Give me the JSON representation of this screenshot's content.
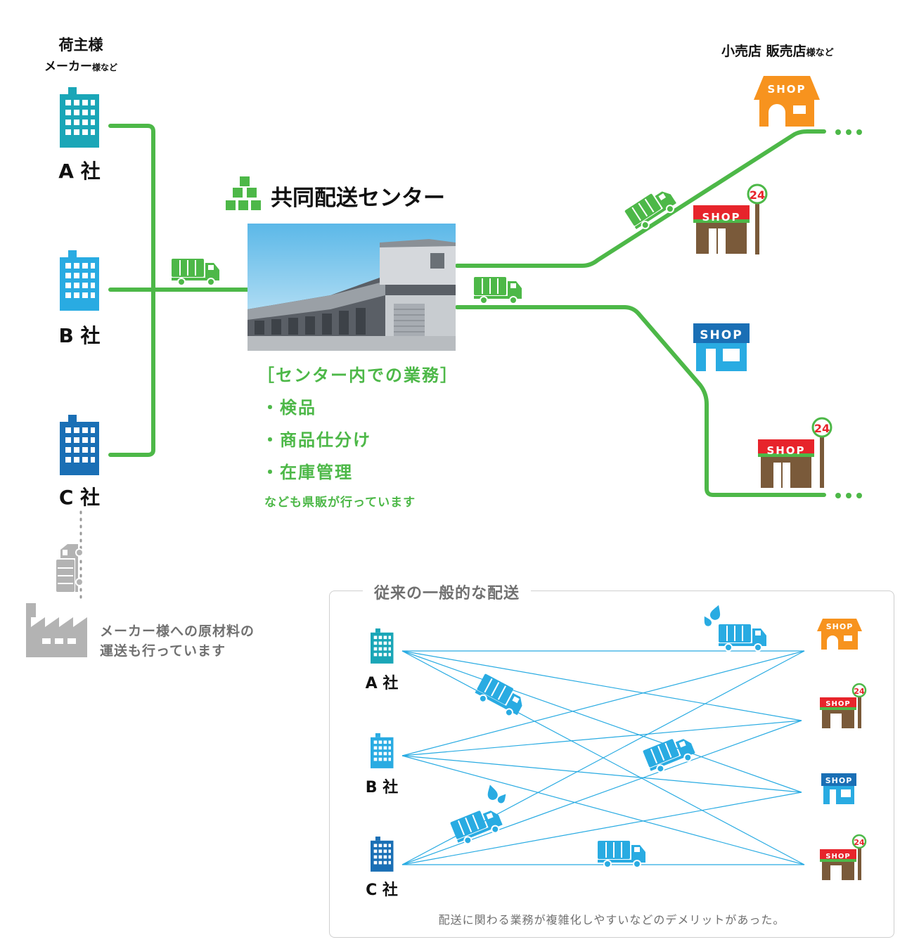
{
  "shippers": {
    "title": "荷主様",
    "subtitle_main": "メーカー",
    "subtitle_small": "様など",
    "companies": [
      "A 社",
      "B 社",
      "C 社"
    ]
  },
  "retailers": {
    "title_main": "小売店 販売店",
    "title_small": "様など"
  },
  "center": {
    "title": "共同配送センター",
    "tasks_heading": "［センター内での業務］",
    "tasks": [
      "・検品",
      "・商品仕分け",
      "・在庫管理"
    ],
    "note": "なども県販が行っています"
  },
  "factory_note": [
    "メーカー様への原材料の",
    "運送も行っています"
  ],
  "shop": {
    "label": "SHOP",
    "badge": "24",
    "ellipsis": "…"
  },
  "traditional": {
    "title": "従来の一般的な配送",
    "companies": [
      "A 社",
      "B 社",
      "C 社"
    ],
    "caption": "配送に関わる業務が複雑化しやすいなどのデメリットがあった。"
  },
  "colors": {
    "line_green": "#4db848",
    "building_a": "#1aa6b7",
    "building_b": "#29abe2",
    "building_c": "#1a6fb5",
    "shop_orange": "#f7931e",
    "shop_blue": "#1a6fb5",
    "conv_red": "#e7242b",
    "conv_brown": "#7a5a3a",
    "thin_line": "#29abe2",
    "factory_gray": "#b3b3b3"
  }
}
